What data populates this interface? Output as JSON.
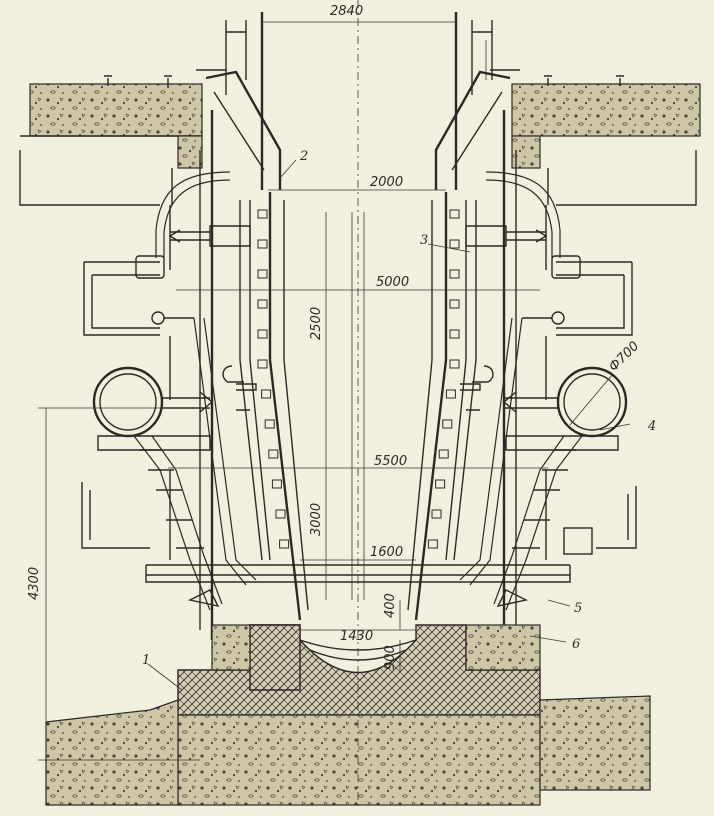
{
  "dimensions": {
    "top_width": "2840",
    "inner_width": "2000",
    "height_a": "2500",
    "width_mid": "5000",
    "height_b": "3000",
    "width_lower": "5500",
    "hearth_width": "1600",
    "bottom_width": "1430",
    "small_height_a": "400",
    "small_height_b": "900",
    "total_height": "4300",
    "pipe_diameter": "Ф700"
  },
  "labels": {
    "l1": "1",
    "l2": "2",
    "l3": "3",
    "l4": "4",
    "l5": "5",
    "l6": "6"
  }
}
